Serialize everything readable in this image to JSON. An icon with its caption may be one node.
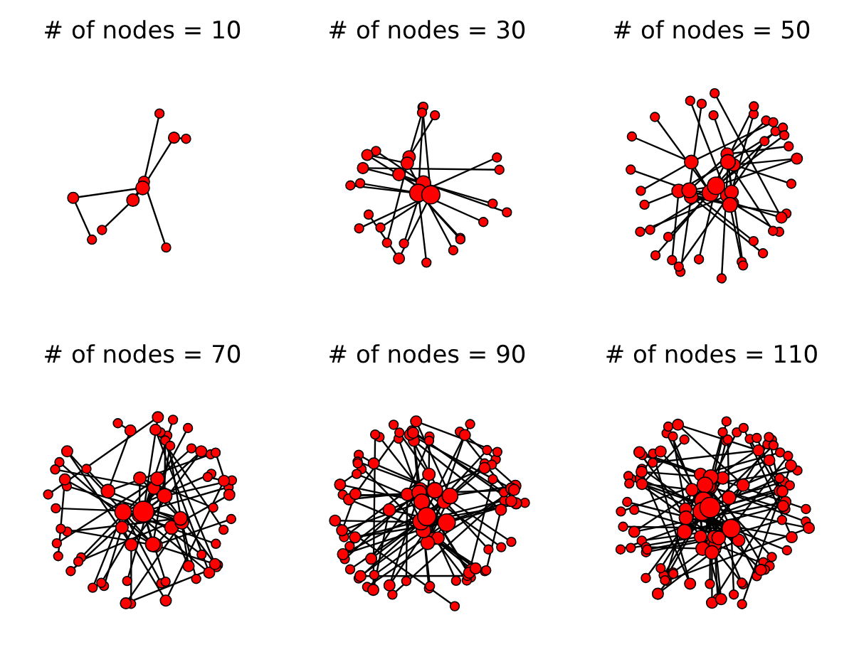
{
  "diagram": {
    "labels": [
      "# of nodes = 10",
      "# of nodes = 30",
      "# of nodes = 50",
      "# of nodes = 70",
      "# of nodes = 90",
      "# of nodes = 110"
    ]
  }
}
